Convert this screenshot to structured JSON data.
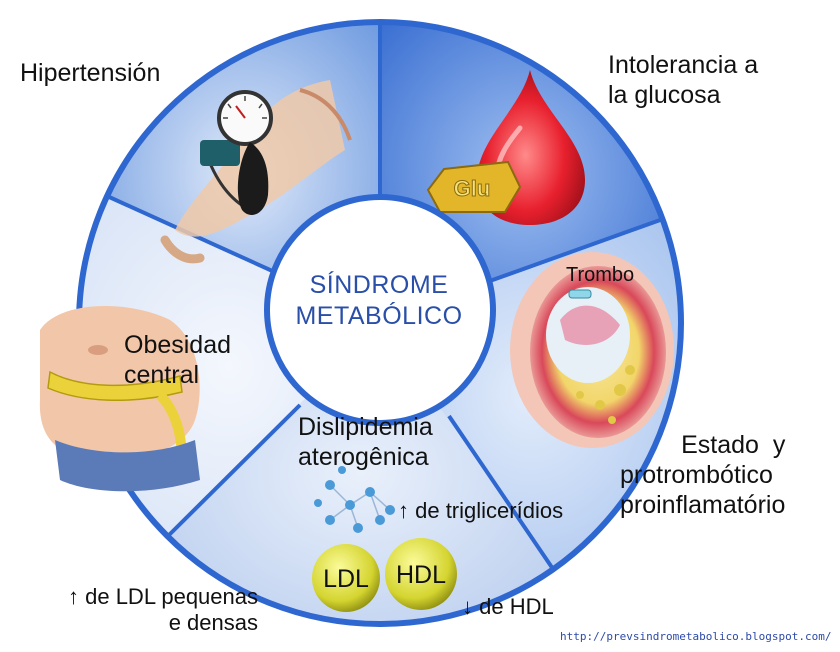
{
  "center": {
    "line1": "SÍNDROME",
    "line2": "METABÓLICO"
  },
  "segments": {
    "hypertension": {
      "label": "Hipertensión",
      "icon": "blood-pressure-gauge-icon"
    },
    "glucose": {
      "line1": "Intolerancia a",
      "line2": "la glucosa",
      "badge": "Glu",
      "icon": "blood-drop-icon"
    },
    "thrombosis": {
      "tag": "Trombo",
      "line1": "Estado  y",
      "line2": "protrombótico",
      "line3": "proinflamatório",
      "icon": "artery-thrombus-icon"
    },
    "dyslipidemia": {
      "line1": "Dislipidemia",
      "line2": "aterogênica",
      "triglycerides": "↑ de triglicerídios",
      "ldl_badge": "LDL",
      "hdl_badge": "HDL",
      "hdl_note": "↓ de HDL",
      "ldl_line1": "↑ de LDL pequenas",
      "ldl_line2": "e densas",
      "icon": "lipoprotein-particles-icon"
    },
    "obesity": {
      "line1": "Obesidad",
      "line2": "central",
      "icon": "abdominal-obesity-icon"
    }
  },
  "source_url": "http://prevsindrometabolico.blogspot.com/",
  "colors": {
    "ring_blue": "#3f78d8",
    "ring_light": "#d9e6f8",
    "center_text": "#2a4fa8",
    "drop_red": "#e8202e",
    "ldl_hdl": "#d9d93a"
  }
}
